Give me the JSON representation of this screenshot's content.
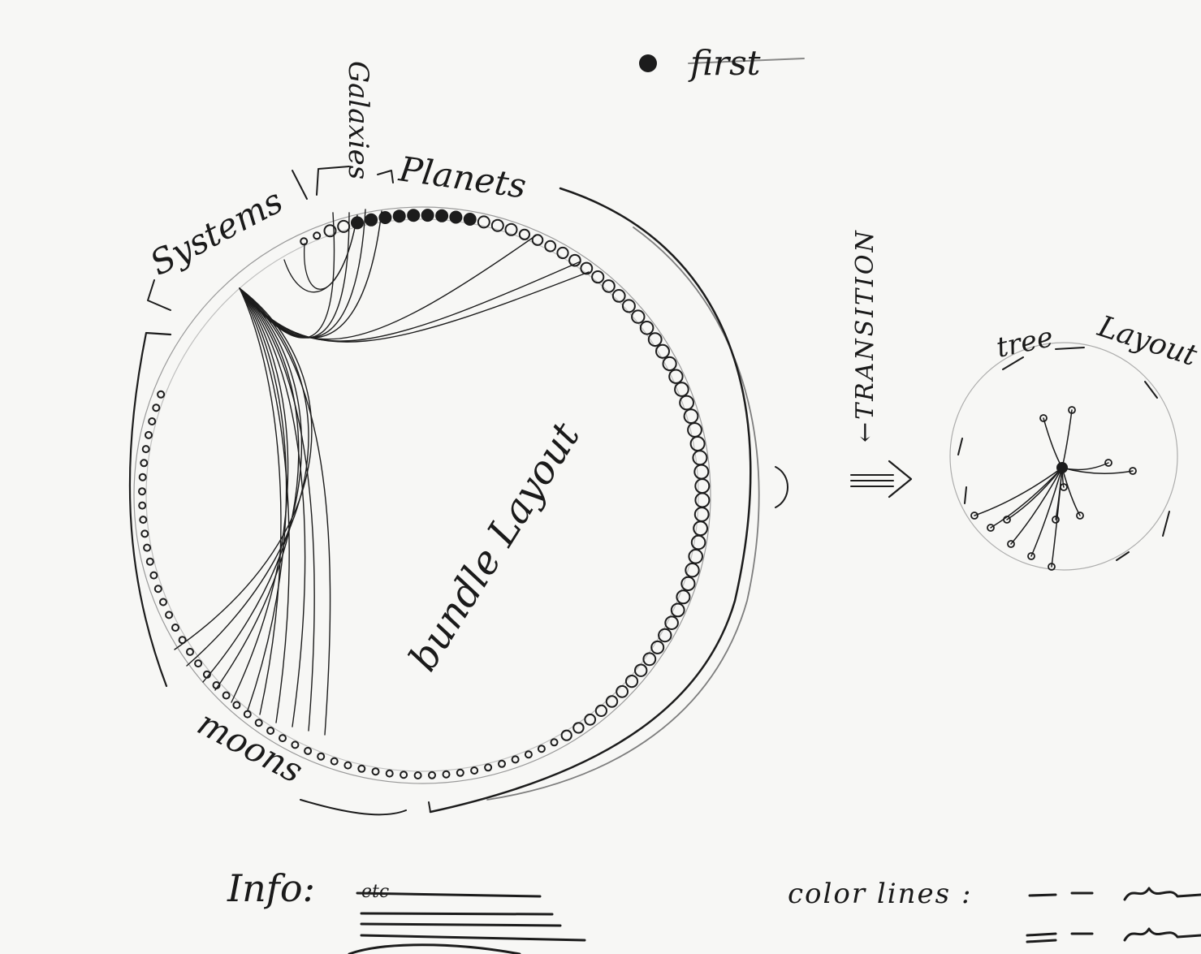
{
  "legend": {
    "first_label": "first"
  },
  "labels": {
    "galaxies": "Galaxies",
    "planets": "Planets",
    "systems": "Systems",
    "moons": "moons",
    "bundle_layout": "bundle Layout",
    "transition": "←TRANSITION",
    "tree": "tree",
    "layout": "Layout",
    "info": "Info:",
    "info_sub": "etc",
    "color_lines": "color lines :"
  },
  "colors": {
    "ink": "#1c1c1c",
    "pencil": "#9a9a9a",
    "paper": "#f7f7f5"
  }
}
